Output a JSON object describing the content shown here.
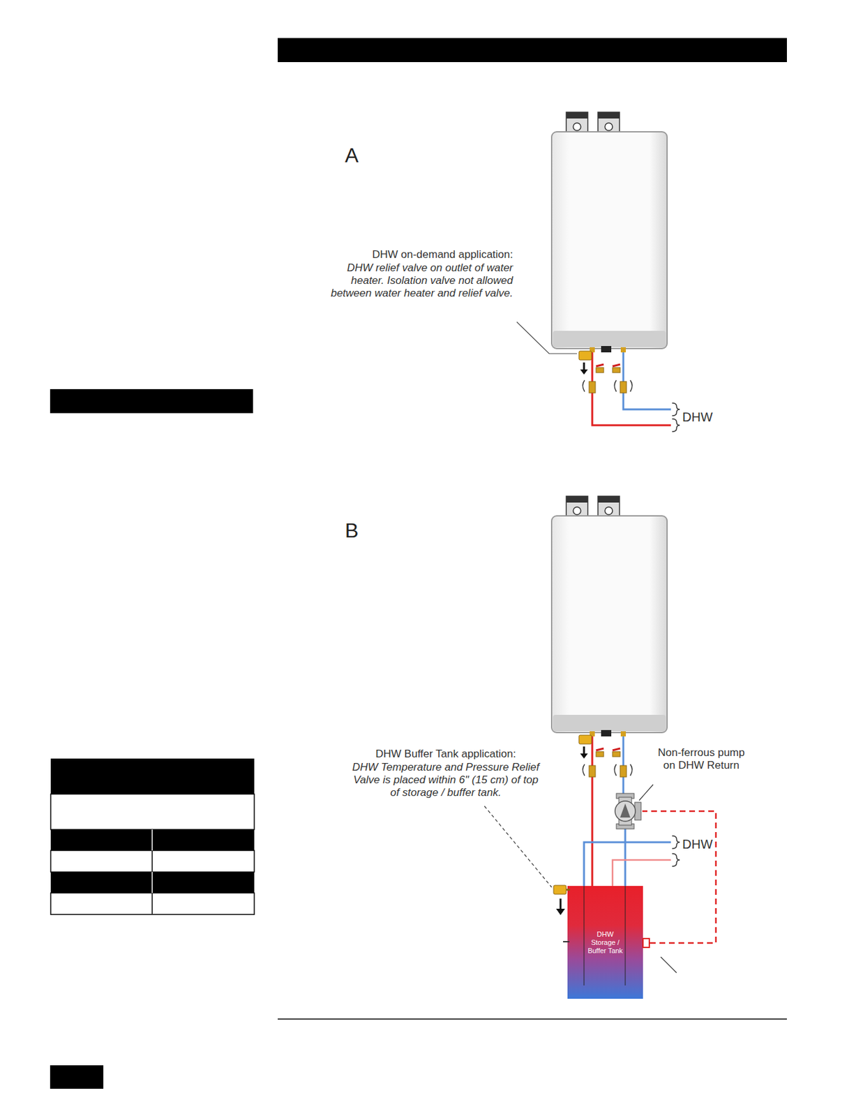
{
  "diagram": {
    "nodes": [
      {
        "text": [
          "DHW Storage / Buffer Tank"
        ]
      }
    ],
    "labels": [
      "A",
      "DHW on-demand application:",
      "DHW relief valve on outlet of water heater. Isolation valve not allowed between water heater and relief valve.",
      "DHW",
      "B",
      "DHW Buffer Tank application:",
      "DHW Temperature and Pressure Relief Valve is placed within 6\" (15 cm) of top of storage / buffer tank.",
      "Non-ferrous pump on DHW Return",
      "DHW"
    ]
  }
}
